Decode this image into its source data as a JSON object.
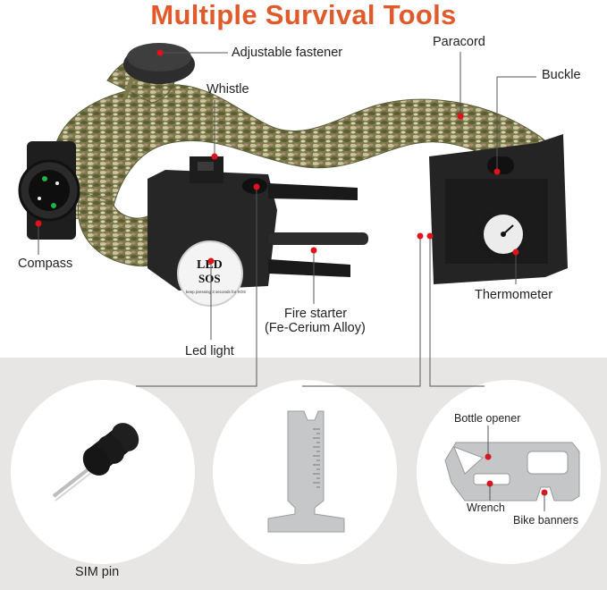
{
  "title": "Multiple Survival Tools",
  "labels": {
    "adjustable_fastener": "Adjustable fastener",
    "paracord": "Paracord",
    "buckle": "Buckle",
    "whistle": "Whistle",
    "compass": "Compass",
    "thermometer": "Thermometer",
    "fire_starter_line1": "Fire starter",
    "fire_starter_line2": "(Fe-Cerium Alloy)",
    "led_light": "Led light",
    "sim_pin": "SIM pin",
    "bottle_opener": "Bottle opener",
    "wrench": "Wrench",
    "bike_banners": "Bike banners"
  },
  "led_badge": {
    "line1": "LED",
    "line2": "SOS",
    "line3": "keep pressing 3 seconds for SOS"
  },
  "colors": {
    "title": "#e05a2b",
    "marker": "#e0121b",
    "band": "#e8e6e5"
  }
}
